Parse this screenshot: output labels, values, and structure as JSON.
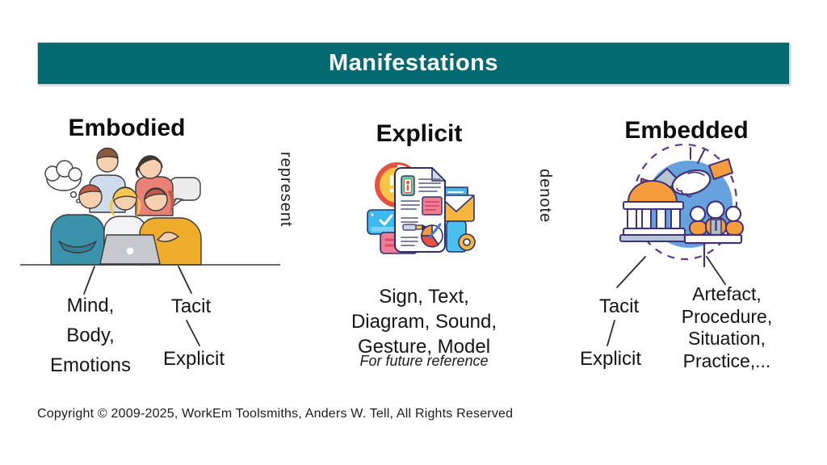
{
  "theme": {
    "background": "#ffffff",
    "header_bg": "#01696f",
    "header_text": "#ffffff",
    "text_color": "#141414",
    "connector_color": "#2b2b2b",
    "dashed_circle_color": "#5b3a8e",
    "accent_blue": "#66a3de",
    "accent_orange": "#f59d3d",
    "accent_teal": "#2f9e7a",
    "accent_red": "#e8503f",
    "accent_yellow": "#f6b53e"
  },
  "header": {
    "title": "Manifestations"
  },
  "relations": {
    "left_vertical_label": "represent",
    "right_vertical_label": "denote"
  },
  "sections": {
    "embodied": {
      "heading": "Embodied",
      "illustration": "team-around-laptop-illustration",
      "source_labels": [
        "Mind,",
        "Body,",
        "Emotions"
      ],
      "tacit_label": "Tacit",
      "explicit_label": "Explicit"
    },
    "explicit": {
      "heading": "Explicit",
      "illustration": "documents-media-illustration",
      "media_labels": [
        "Sign, Text,",
        "Diagram, Sound,",
        "Gesture, Model"
      ],
      "note": "For future reference"
    },
    "embedded": {
      "heading": "Embedded",
      "illustration": "institution-agreement-illustration",
      "tacit_label": "Tacit",
      "explicit_label": "Explicit",
      "carrier_labels": [
        "Artefact,",
        "Procedure,",
        "Situation,",
        "Practice,..."
      ]
    }
  },
  "footer": {
    "copyright": "Copyright © 2009-2025, WorkEm Toolsmiths, Anders W. Tell, All Rights Reserved"
  }
}
